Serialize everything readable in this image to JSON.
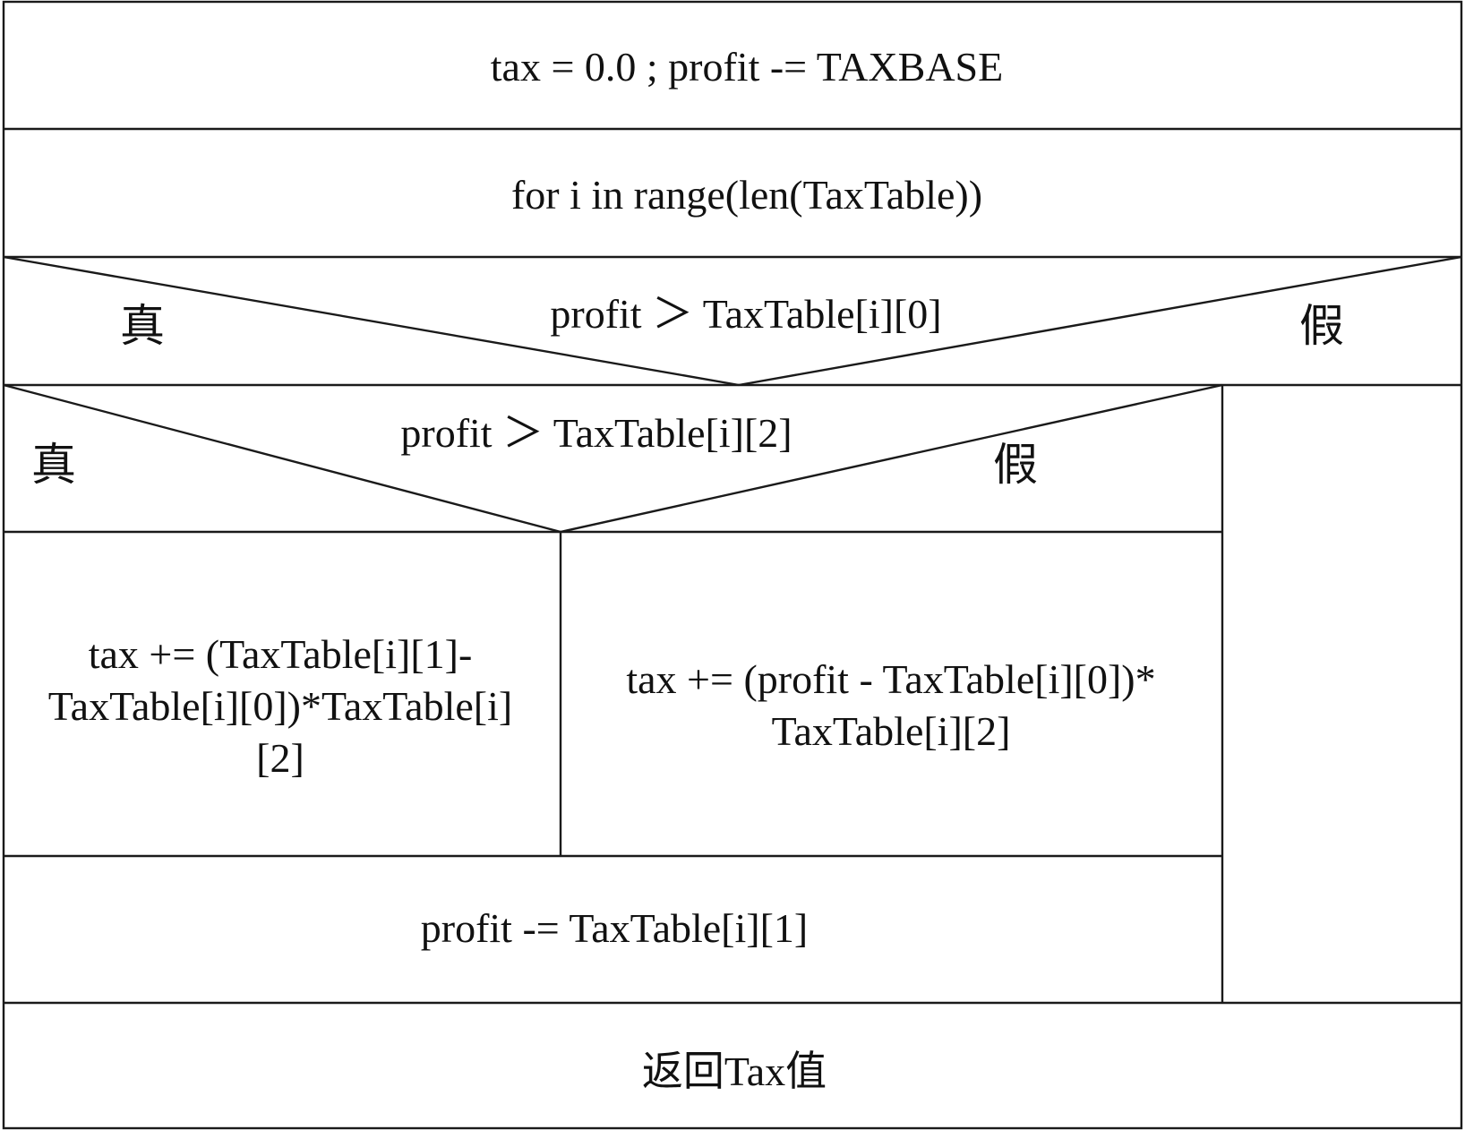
{
  "diagram": {
    "init_statement": "tax = 0.0 ; profit -= TAXBASE",
    "loop_header": "for i in range(len(TaxTable))",
    "outer_condition": {
      "text": "profit ＞ TaxTable[i][0]",
      "true_label": "真",
      "false_label": "假"
    },
    "inner_condition": {
      "text": "profit ＞ TaxTable[i][2]",
      "true_label": "真",
      "false_label": "假"
    },
    "inner_true_statement": {
      "line1": "tax += (TaxTable[i][1]-",
      "line2": "TaxTable[i][0])*TaxTable[i]",
      "line3": "[2]"
    },
    "inner_false_statement": {
      "line1": "tax += (profit - TaxTable[i][0])*",
      "line2": "TaxTable[i][2]"
    },
    "profit_update_statement": "profit -= TaxTable[i][1]",
    "return_statement": "返回Tax值"
  }
}
